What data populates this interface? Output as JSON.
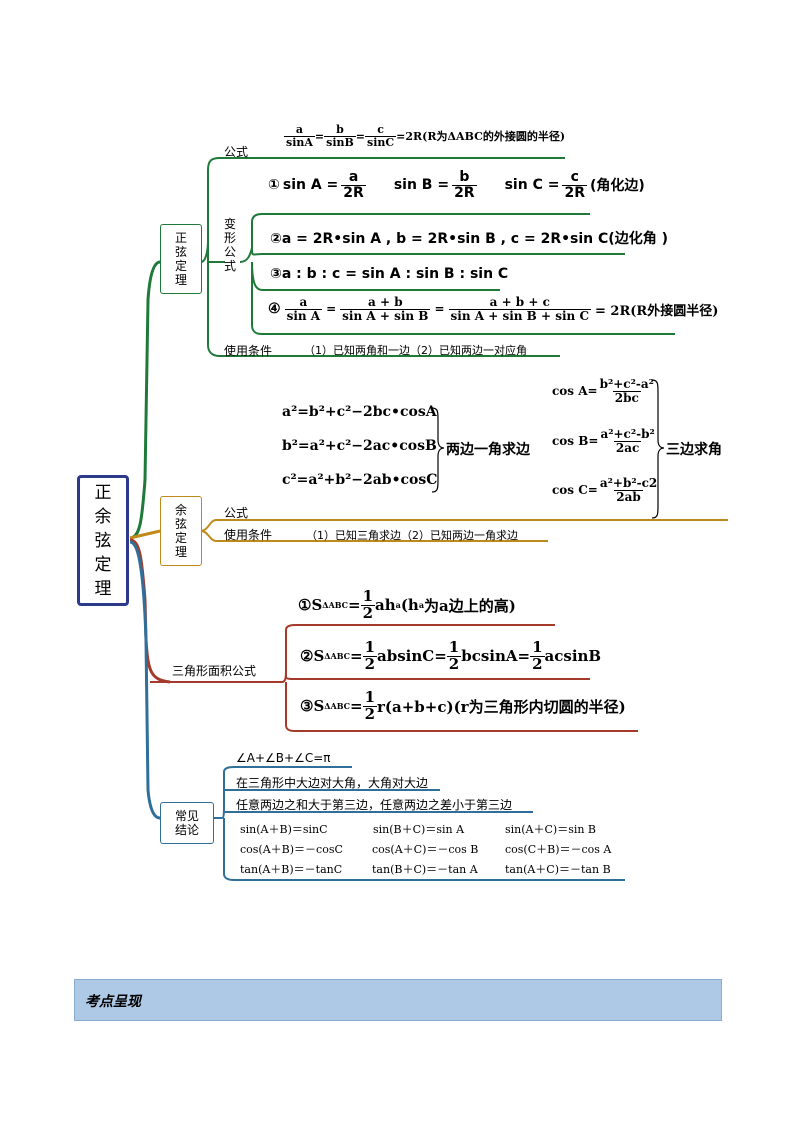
{
  "root": {
    "label": "正\n余\n弦\n定\n理"
  },
  "sine": {
    "label": "正\n弦\n定\n理",
    "formula_label": "公式",
    "main": {
      "a": "a",
      "sinA": "sinA",
      "b": "b",
      "sinB": "sinB",
      "c": "c",
      "sinC": "sinC",
      "tail": "=2R(R为ΔABC的外接圆的半径)"
    },
    "variant_label": "变\n形\n公\n式",
    "v1": {
      "num": "①",
      "p1": "sin A =",
      "f1n": "a",
      "f1d": "2R",
      "p2": "sin B =",
      "f2n": "b",
      "f2d": "2R",
      "p3": "sin C =",
      "f3n": "c",
      "f3d": "2R",
      "note": "(角化边)"
    },
    "v2": "②a = 2R•sin A , b = 2R•sin B , c = 2R•sin C(边化角 )",
    "v3": "③a : b : c = sin A : sin B : sin C",
    "v4": {
      "num": "④",
      "f1n": "a",
      "f1d": "sin A",
      "f2n": "a + b",
      "f2d": "sin A + sin B",
      "f3n": "a + b + c",
      "f3d": "sin A + sin B + sin C",
      "tail": "= 2R(R外接圆半径)"
    },
    "cond_label": "使用条件",
    "cond_text": "（1）已知两角和一边（2）已知两边一对应角"
  },
  "cosine": {
    "label": "余\n弦\n定\n理",
    "formula_label": "公式",
    "cond_label": "使用条件",
    "cond_text": "（1）已知三角求边（2）已知两边一角求边",
    "left": [
      "a²=b²+c²−2bc•cosA",
      "b²=a²+c²−2ac•cosB",
      "c²=a²+b²−2ab•cosC"
    ],
    "left_note": "两边一角求边",
    "right": [
      {
        "lhs": "cos A=",
        "num": "b²+c²-a²",
        "den": "2bc"
      },
      {
        "lhs": "cos B=",
        "num": "a²+c²-b²",
        "den": "2ac"
      },
      {
        "lhs": "cos C=",
        "num": "a²+b²-c2",
        "den": "2ab"
      }
    ],
    "right_note": "三边求角"
  },
  "area": {
    "label": "三角形面积公式",
    "f1": {
      "pre": "①S",
      "sub": "ΔABC",
      "eq": "=",
      "n": "1",
      "d": "2",
      "tail": "ah",
      "sub2": "a",
      "tail2": "(h",
      "sub3": "a",
      "tail3": "为a边上的高)"
    },
    "f2": {
      "pre": "②S",
      "sub": "ΔABC",
      "eq": "=",
      "n1": "1",
      "d1": "2",
      "t1": "absinC=",
      "n2": "1",
      "d2": "2",
      "t2": "bcsinA=",
      "n3": "1",
      "d3": "2",
      "t3": "acsinB"
    },
    "f3": {
      "pre": "③S",
      "sub": "ΔABC",
      "eq": "=",
      "n": "1",
      "d": "2",
      "tail": "r(a+b+c)(r为三角形内切圆的半径)"
    }
  },
  "common": {
    "label": "常见\n结论",
    "l1": "∠A+∠B+∠C=π",
    "l2": "在三角形中大边对大角，大角对大边",
    "l3": "任意两边之和大于第三边，任意两边之差小于第三边",
    "grid": [
      [
        "sin(A＋B)＝sinC",
        "sin(B＋C)＝sin A",
        "sin(A＋C)＝sin B"
      ],
      [
        "cos(A＋B)＝－cosC",
        "cos(A＋C)＝－cos B",
        "cos(C＋B)＝－cos A"
      ],
      [
        "tan(A＋B)＝－tanC",
        "tan(B＋C)＝－tan A",
        "tan(A＋C)＝－tan B"
      ]
    ]
  },
  "banner": {
    "title": "考点呈现"
  },
  "colors": {
    "sine": "#1f7a3a",
    "cosine": "#c08a1a",
    "area": "#a33a2a",
    "common": "#2f6f9a",
    "root": "#2d3a8c"
  }
}
